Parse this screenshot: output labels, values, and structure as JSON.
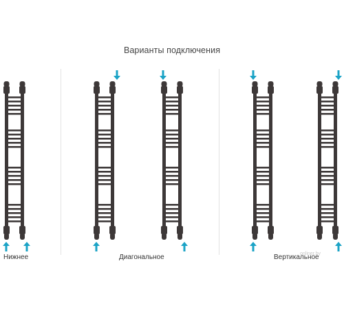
{
  "title": "Варианты подключения",
  "options": [
    {
      "label": "Нижнее"
    },
    {
      "label": "Диагональное"
    },
    {
      "label": "Вертикальное"
    }
  ],
  "colors": {
    "radiator": "#3d3838",
    "arrow": "#1ba3c6",
    "divider": "#e2e2e2",
    "text": "#444444"
  },
  "icons": {
    "arrow": "arrow-up-icon",
    "arrow_down": "arrow-down-icon"
  },
  "watermark": "onliner.by"
}
